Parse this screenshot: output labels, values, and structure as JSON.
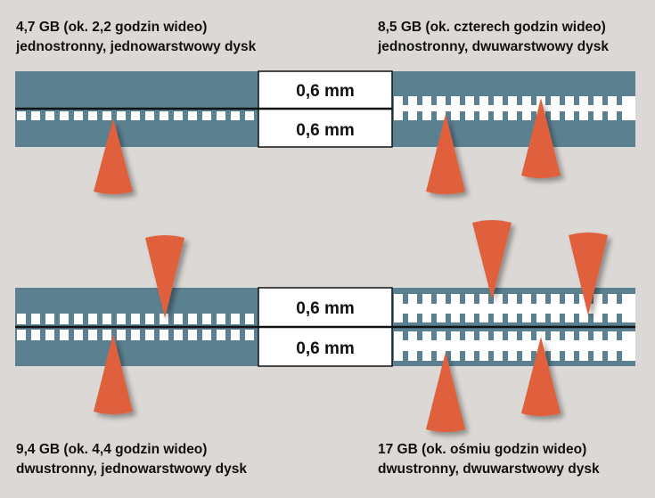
{
  "panels": [
    {
      "id": "single-sided-single-layer",
      "line1": "4,7 GB (ok. 2,2 godzin wideo)",
      "line2": "jednostronny, jednowarstwowy dysk"
    },
    {
      "id": "single-sided-dual-layer",
      "line1": "8,5 GB (ok. czterech godzin wideo)",
      "line2": "jednostronny, dwuwarstwowy dysk"
    },
    {
      "id": "double-sided-single-layer",
      "line1": "9,4 GB (ok. 4,4 godzin wideo)",
      "line2": "dwustronny, jednowarstwowy dysk"
    },
    {
      "id": "double-sided-dual-layer",
      "line1": "17 GB (ok. ośmiu godzin wideo)",
      "line2": "dwustronny, dwuwarstwowy dysk"
    }
  ],
  "thickness": {
    "top_upper": "0,6 mm",
    "top_lower": "0,6 mm",
    "bottom_upper": "0,6 mm",
    "bottom_lower": "0,6 mm"
  },
  "colors": {
    "background": "#dcd8d5",
    "substrate": "#5b8191",
    "laser": "#e0603c",
    "pits": "#ffffff"
  }
}
